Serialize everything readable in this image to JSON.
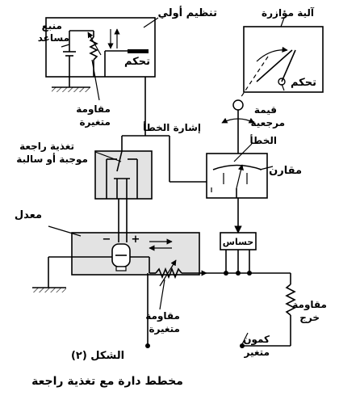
{
  "labels": {
    "primary_regulation": "تنظيم أولي",
    "auxiliary_source_line1": "منبع",
    "auxiliary_source_line2": "مساعد",
    "control_top": "تحكم",
    "variable_resistance_top_line1": "مقاومة",
    "variable_resistance_top_line2": "متغيرة",
    "error_signal": "إشارة الخطأ",
    "feedback_line1": "تغذية راجعة",
    "feedback_line2": "موجبة أو سالبة",
    "rectifier": "معدل",
    "minus_sign": "−",
    "plus_sign": "+",
    "servo_mechanism": "آلية مؤازرة",
    "control_servo": "تحكم",
    "reference_value_line1": "قيمة",
    "reference_value_line2": "مرجعية",
    "error": "الخطأ",
    "comparator": "مقارن",
    "sensor": "حساس",
    "output_resistance_line1": "مقاومة",
    "output_resistance_line2": "خرج",
    "variable_resistance_bottom_line1": "مقاومة",
    "variable_resistance_bottom_line2": "متغيرة",
    "variable_common_line1": "كمون",
    "variable_common_line2": "متغير",
    "figure_number": "الشكل (٢)",
    "caption": "مخطط دارة مع تغذية راجعة"
  },
  "colors": {
    "line": "#000000",
    "shaded_box": "#e3e3e3",
    "background": "#ffffff"
  }
}
